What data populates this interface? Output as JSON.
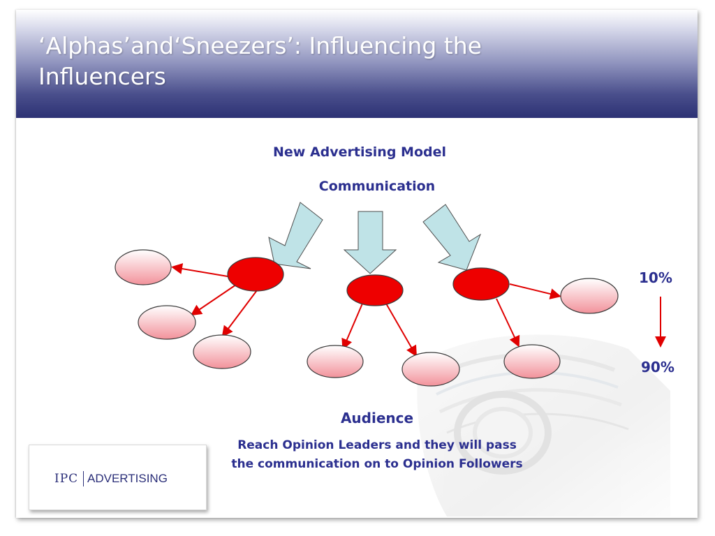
{
  "title": "‘Alphas’and‘Sneezers’: Influencing the Influencers",
  "diagram": {
    "heading": "New Advertising Model",
    "source_label": "Communication",
    "scale_top": "10%",
    "scale_bottom": "90%",
    "audience_label": "Audience",
    "caption": "Reach Opinion Leaders and they will pass the communication on to Opinion Followers",
    "colors": {
      "leader": "#ee0000",
      "follower_gradient_top": "#ffffff",
      "follower_gradient_bottom": "#f2929b",
      "arrow_fill": "#bfe3e7",
      "connector": "#e00000",
      "text": "#2b2f8f"
    }
  },
  "logo": {
    "mark": "IPC",
    "word": "ADVERTISING"
  }
}
